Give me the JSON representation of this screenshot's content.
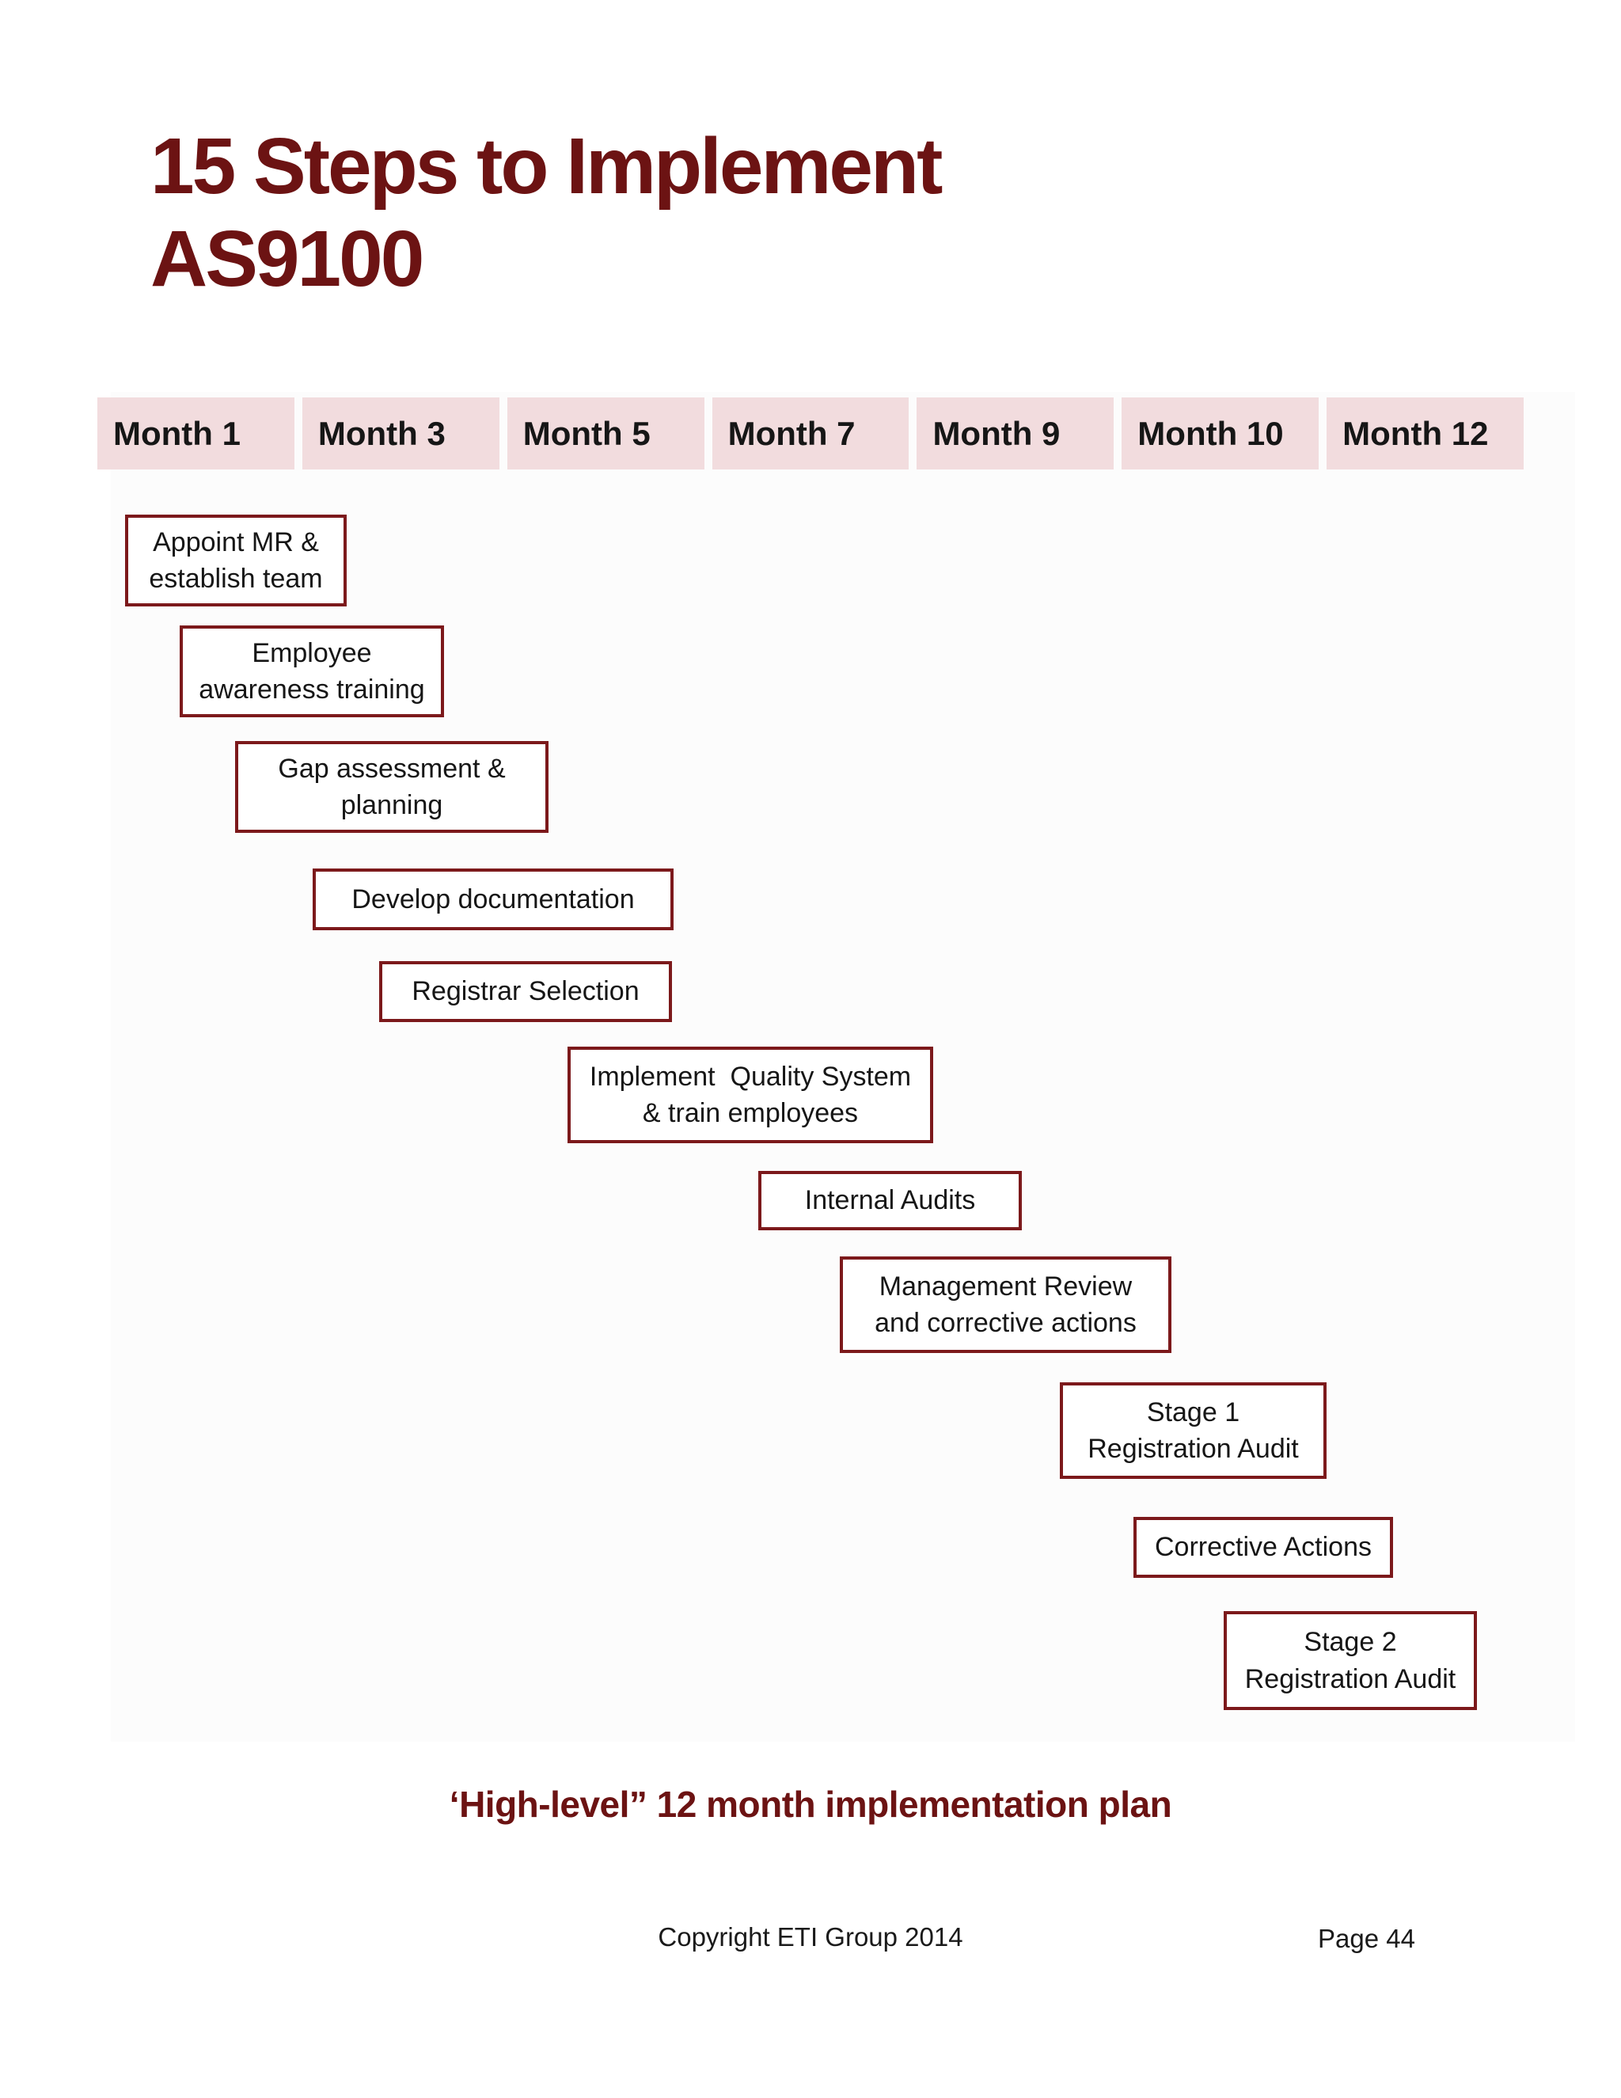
{
  "slide": {
    "title": "15 Steps to Implement\nAS9100",
    "caption": "‘High-level” 12 month implementation plan",
    "footer": {
      "copyright": "Copyright ETI Group 2014",
      "page_number": "Page 44"
    }
  },
  "timeline": {
    "months": [
      "Month 1",
      "Month 3",
      "Month 5",
      "Month 7",
      "Month 9",
      "Month 10",
      "Month 12"
    ]
  },
  "tasks": [
    {
      "name": "appoint-mr-establish-team",
      "label": "Appoint MR &\nestablish team"
    },
    {
      "name": "employee-awareness-training",
      "label": "Employee\nawareness training"
    },
    {
      "name": "gap-assessment-planning",
      "label": "Gap assessment &\nplanning"
    },
    {
      "name": "develop-documentation",
      "label": "Develop documentation"
    },
    {
      "name": "registrar-selection",
      "label": "Registrar Selection"
    },
    {
      "name": "implement-quality-system-train-employees",
      "label": "Implement  Quality System\n& train employees"
    },
    {
      "name": "internal-audits",
      "label": "Internal Audits"
    },
    {
      "name": "management-review-corrective-actions",
      "label": "Management Review\nand corrective actions"
    },
    {
      "name": "stage-1-registration-audit",
      "label": "Stage 1\nRegistration Audit"
    },
    {
      "name": "corrective-actions",
      "label": "Corrective Actions"
    },
    {
      "name": "stage-2-registration-audit",
      "label": "Stage 2\nRegistration Audit"
    }
  ],
  "colors": {
    "accent": "#6c1313",
    "box-border": "#7c191b",
    "band-pink": "#f2dcde",
    "text": "#161616"
  }
}
